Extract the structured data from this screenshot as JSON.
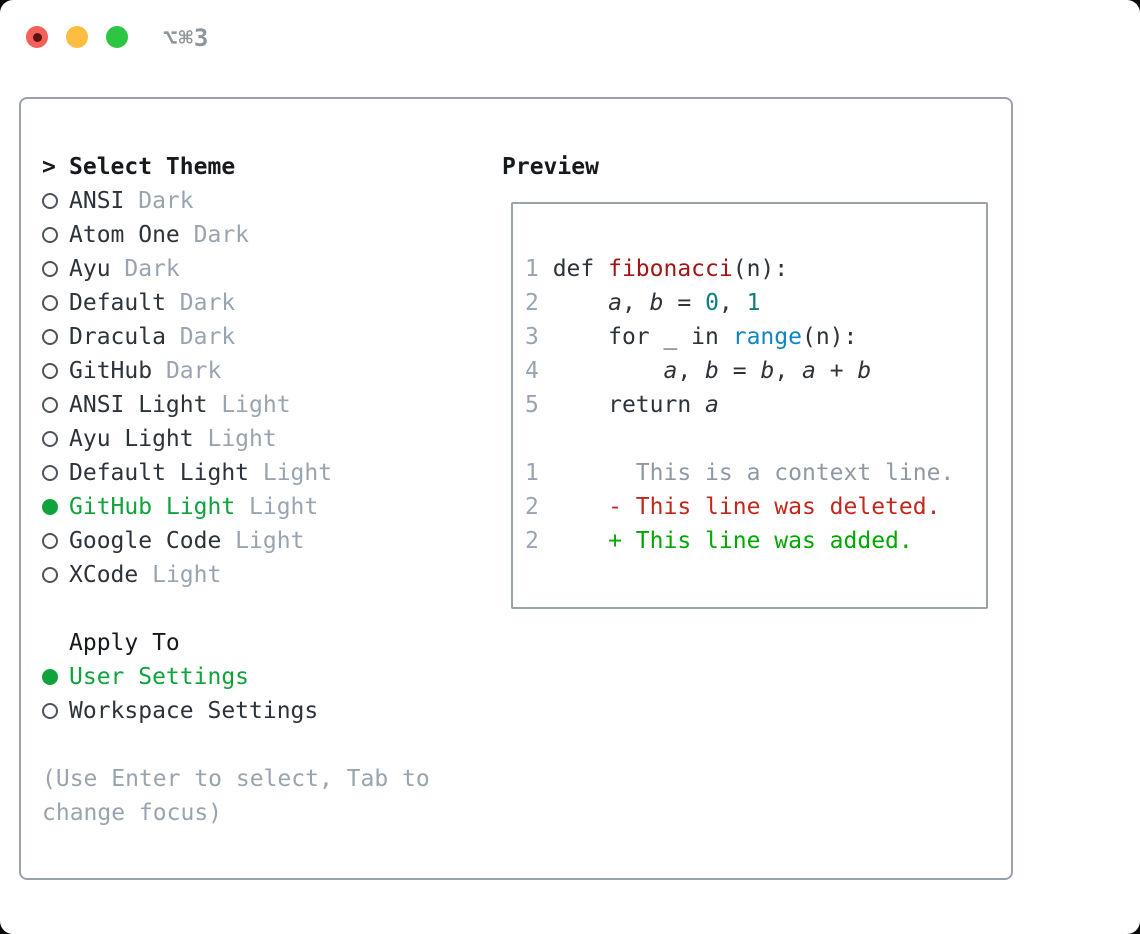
{
  "titlebar": {
    "title": "⌥⌘3"
  },
  "theme_list": {
    "cursor": ">",
    "title": "Select Theme",
    "items": [
      {
        "name": "ANSI",
        "variant": "Dark",
        "selected": false
      },
      {
        "name": "Atom One",
        "variant": "Dark",
        "selected": false
      },
      {
        "name": "Ayu",
        "variant": "Dark",
        "selected": false
      },
      {
        "name": "Default",
        "variant": "Dark",
        "selected": false
      },
      {
        "name": "Dracula",
        "variant": "Dark",
        "selected": false
      },
      {
        "name": "GitHub",
        "variant": "Dark",
        "selected": false
      },
      {
        "name": "ANSI Light",
        "variant": "Light",
        "selected": false
      },
      {
        "name": "Ayu Light",
        "variant": "Light",
        "selected": false
      },
      {
        "name": "Default Light",
        "variant": "Light",
        "selected": false
      },
      {
        "name": "GitHub Light",
        "variant": "Light",
        "selected": true
      },
      {
        "name": "Google Code",
        "variant": "Light",
        "selected": false
      },
      {
        "name": "XCode",
        "variant": "Light",
        "selected": false
      }
    ]
  },
  "apply_to": {
    "title": "Apply To",
    "items": [
      {
        "label": "User Settings",
        "selected": true
      },
      {
        "label": "Workspace Settings",
        "selected": false
      }
    ]
  },
  "hint": "(Use Enter to select, Tab to change focus)",
  "preview": {
    "title": "Preview",
    "code_lines": [
      {
        "num": "1",
        "name": "code-line-def",
        "tokens": [
          {
            "t": "def ",
            "c": "t"
          },
          {
            "t": "fibonacci",
            "c": "fn"
          },
          {
            "t": "(n):",
            "c": "t"
          }
        ]
      },
      {
        "num": "2",
        "name": "code-line-assign",
        "tokens": [
          {
            "t": "    ",
            "c": "t"
          },
          {
            "t": "a",
            "c": "v"
          },
          {
            "t": ", ",
            "c": "t"
          },
          {
            "t": "b",
            "c": "v"
          },
          {
            "t": " = ",
            "c": "t"
          },
          {
            "t": "0",
            "c": "n"
          },
          {
            "t": ", ",
            "c": "t"
          },
          {
            "t": "1",
            "c": "n"
          }
        ]
      },
      {
        "num": "3",
        "name": "code-line-for",
        "tokens": [
          {
            "t": "    for _ in ",
            "c": "t"
          },
          {
            "t": "range",
            "c": "b"
          },
          {
            "t": "(n):",
            "c": "t"
          }
        ]
      },
      {
        "num": "4",
        "name": "code-line-swap",
        "tokens": [
          {
            "t": "        ",
            "c": "t"
          },
          {
            "t": "a",
            "c": "v"
          },
          {
            "t": ", ",
            "c": "t"
          },
          {
            "t": "b",
            "c": "v"
          },
          {
            "t": " = ",
            "c": "t"
          },
          {
            "t": "b",
            "c": "v"
          },
          {
            "t": ", ",
            "c": "t"
          },
          {
            "t": "a",
            "c": "v"
          },
          {
            "t": " + ",
            "c": "t"
          },
          {
            "t": "b",
            "c": "v"
          }
        ]
      },
      {
        "num": "5",
        "name": "code-line-return",
        "tokens": [
          {
            "t": "    return ",
            "c": "t"
          },
          {
            "t": "a",
            "c": "v"
          }
        ]
      },
      {
        "num": "",
        "name": "code-line-blank",
        "tokens": []
      },
      {
        "num": "1",
        "name": "diff-context-line",
        "tokens": [
          {
            "t": "      This is a context line.",
            "c": "ctx"
          }
        ]
      },
      {
        "num": "2",
        "name": "diff-deleted-line",
        "tokens": [
          {
            "t": "    - This line was deleted.",
            "c": "del"
          }
        ]
      },
      {
        "num": "2",
        "name": "diff-added-line",
        "tokens": [
          {
            "t": "    + This line was added.",
            "c": "add"
          }
        ]
      }
    ]
  },
  "colors": {
    "text": "#2d333a",
    "heading": "#16191d",
    "muted": "#9aa4b1",
    "border-gray": "#9aa2ae",
    "circle-gray": "#4d545c",
    "selection-green": "#0fa33c",
    "added-green": "#00a800",
    "deleted-red": "#c0281c",
    "function-red": "#a31515",
    "builtin-blue": "#0f86c1",
    "number-teal": "#0e7d7f",
    "context-gray": "#8f99a3",
    "hint-gray": "#99a4ae",
    "title-gray": "#8f959c",
    "traffic-red": "#f4605a",
    "traffic-red-dot": "#5c120e",
    "traffic-yellow": "#fcbd40",
    "traffic-green": "#2fc544"
  }
}
